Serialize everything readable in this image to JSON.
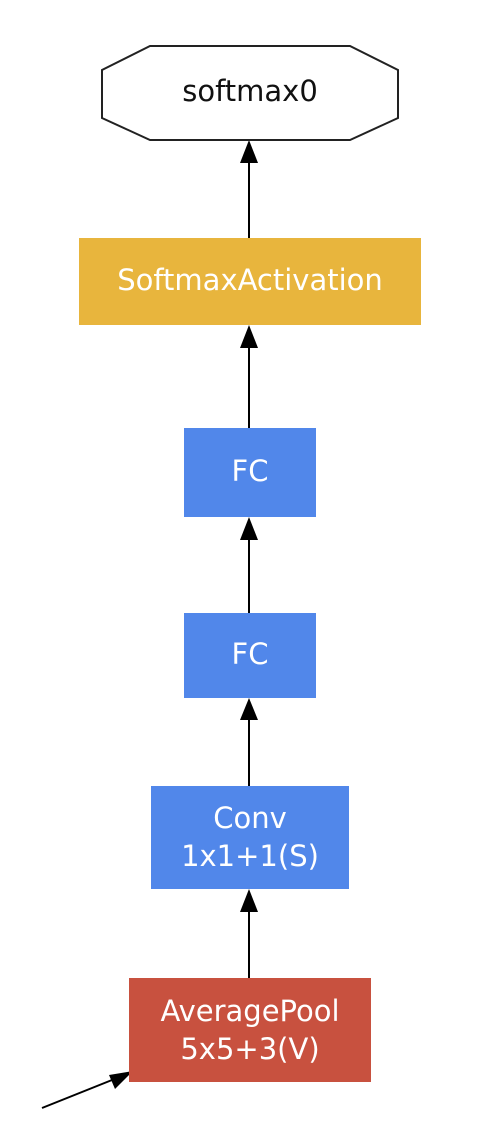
{
  "nodes": {
    "softmax0": {
      "label": "softmax0",
      "fill": "#ffffff",
      "stroke": "#222222"
    },
    "softmax_activation": {
      "label": "SoftmaxActivation",
      "fill": "#e8b53d"
    },
    "fc_top": {
      "label": "FC",
      "fill": "#5187ea"
    },
    "fc_bottom": {
      "label": "FC",
      "fill": "#5187ea"
    },
    "conv": {
      "label_line1": "Conv",
      "label_line2": "1x1+1(S)",
      "fill": "#5187ea"
    },
    "average_pool": {
      "label_line1": "AveragePool",
      "label_line2": "5x5+3(V)",
      "fill": "#c8513f"
    }
  },
  "edges": [
    {
      "from": "average_pool",
      "to": "conv"
    },
    {
      "from": "conv",
      "to": "fc_bottom"
    },
    {
      "from": "fc_bottom",
      "to": "fc_top"
    },
    {
      "from": "fc_top",
      "to": "softmax_activation"
    },
    {
      "from": "softmax_activation",
      "to": "softmax0"
    }
  ]
}
